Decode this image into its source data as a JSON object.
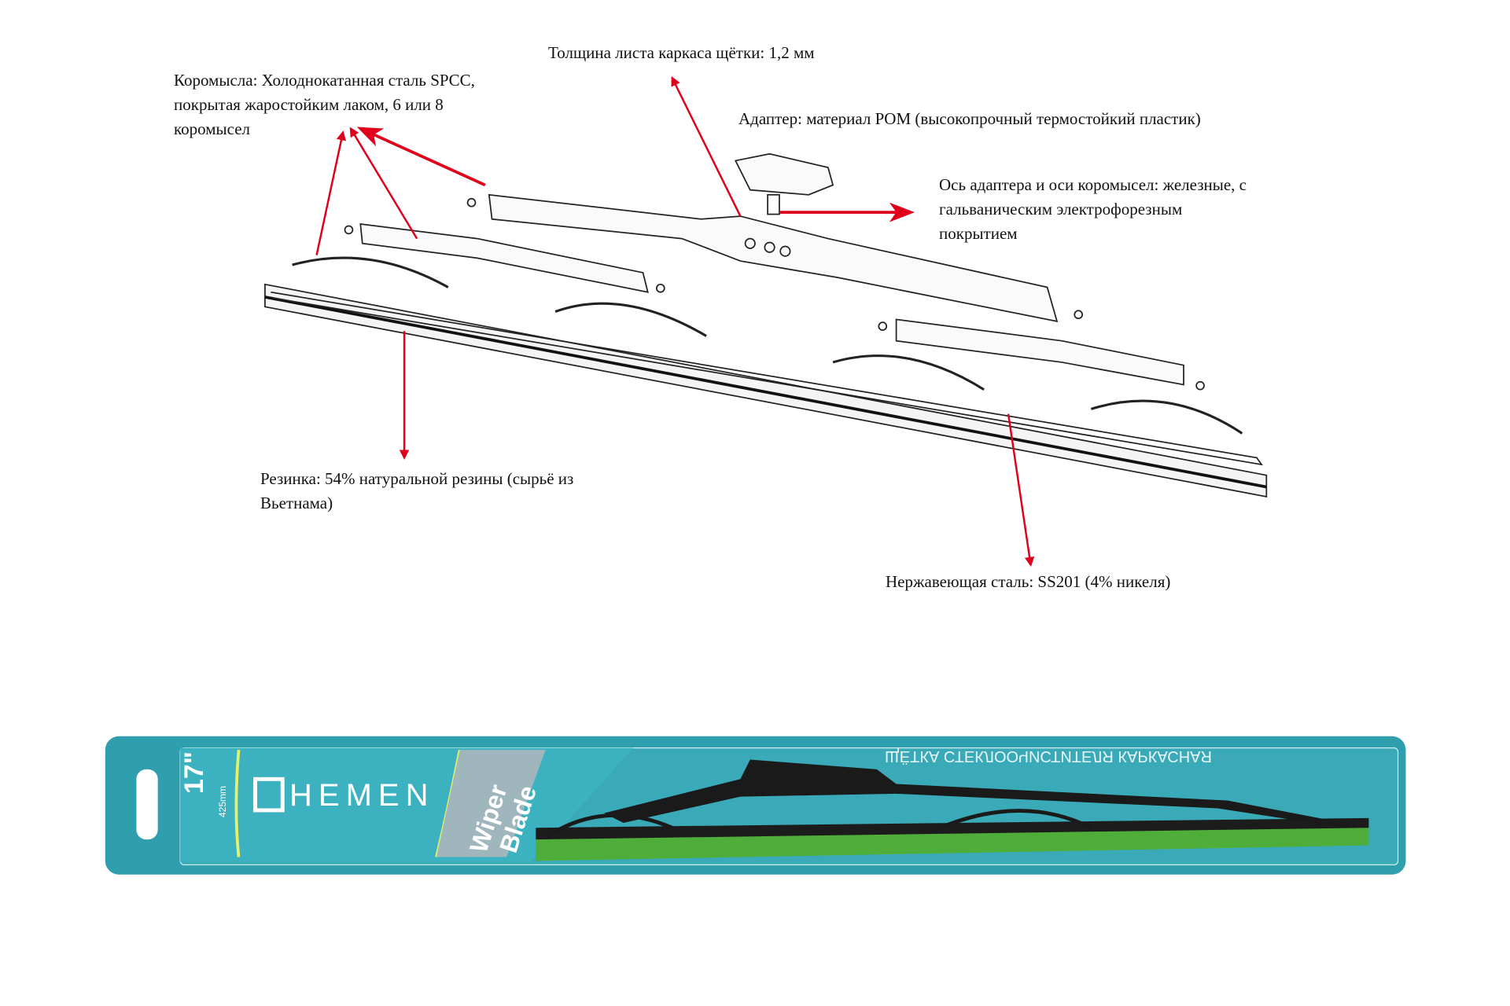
{
  "labels": {
    "frame_thickness": "Толщина листа каркаса щётки: 1,2 мм",
    "rockers": [
      "Коромысла: Холоднокатанная сталь SPCC,",
      "покрытая жаростойким лаком, 6 или 8",
      "коромысел"
    ],
    "adapter": "Адаптер: материал POM (высокопрочный термостойкий пластик)",
    "axles": [
      "Ось адаптера и оси коромысел: железные, с",
      "гальваническим электрофорезным",
      "покрытием"
    ],
    "rubber": [
      "Резинка: 54% натуральной резины (сырьё из",
      "Вьетнама)"
    ],
    "steel": "Нержавеющая сталь: SS201 (4% никеля)"
  },
  "package": {
    "size": "17\"",
    "size_mm": "425mm",
    "brand": "HEMEN",
    "product_line1": "Wiper",
    "product_line2": "Blade",
    "mirrored_caption": "ЩЁТКА СТЕКЛООЧИСТИТЕЛЯ КАРКАСНАЯ"
  },
  "colors": {
    "arrow": "#e0001b",
    "package": "#2f9fae",
    "rubber": "#4fae3a"
  }
}
